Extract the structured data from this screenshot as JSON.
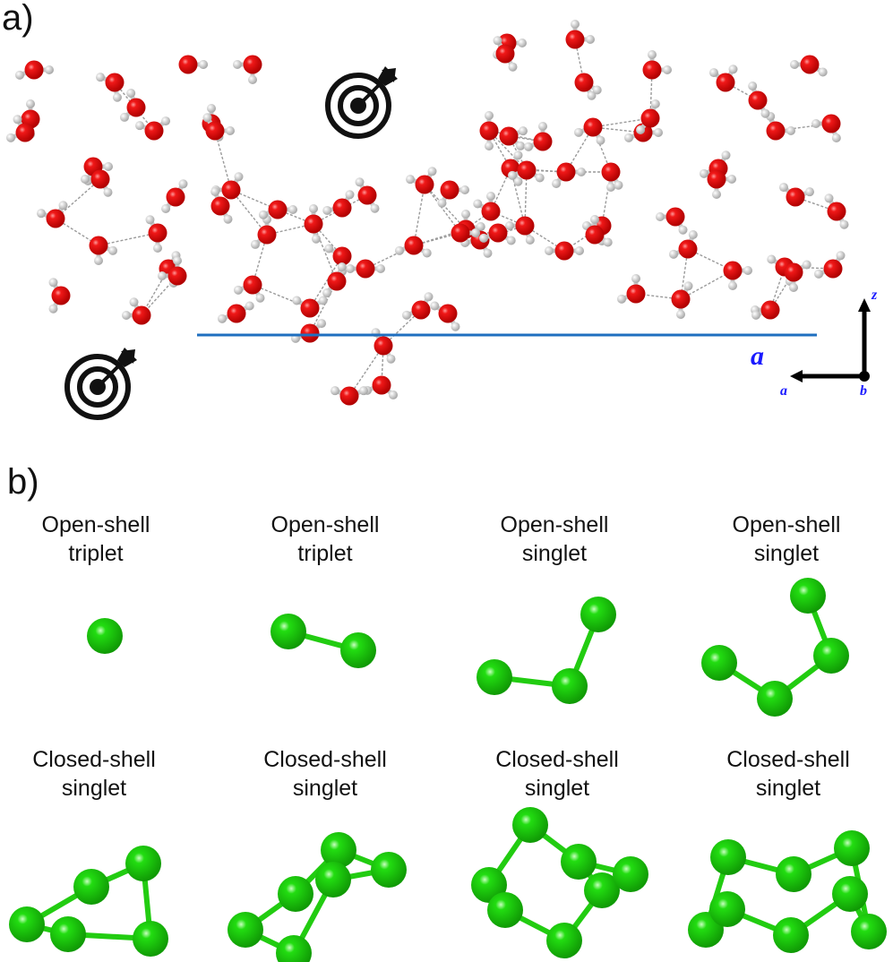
{
  "figure": {
    "panel_a": {
      "label": "a)",
      "description": "Water layer structure (O red, H white, hydrogen bonds dashed)",
      "lattice_vector_label": "a",
      "axes": {
        "horizontal": "a",
        "vertical": "z",
        "origin": "b"
      },
      "target_icons": 2,
      "colors": {
        "oxygen": "#e8000b",
        "hydrogen": "#d9d9d9",
        "hbond": "#9a9a9a",
        "lattice_line": "#1f6fbf",
        "axis_label": "#1a1aff",
        "axis_arrow": "#000000"
      }
    },
    "panel_b": {
      "label": "b)",
      "atom_color": "#22cc11",
      "clusters": [
        {
          "line1": "Open-shell",
          "line2": "triplet",
          "atoms": 1
        },
        {
          "line1": "Open-shell",
          "line2": "triplet",
          "atoms": 2
        },
        {
          "line1": "Open-shell",
          "line2": "singlet",
          "atoms": 3
        },
        {
          "line1": "Open-shell",
          "line2": "singlet",
          "atoms": 4
        },
        {
          "line1": "Closed-shell",
          "line2": "singlet",
          "atoms": 5
        },
        {
          "line1": "Closed-shell",
          "line2": "singlet",
          "atoms": 6
        },
        {
          "line1": "Closed-shell",
          "line2": "singlet",
          "atoms": 7
        },
        {
          "line1": "Closed-shell",
          "line2": "singlet",
          "atoms": 8
        }
      ]
    }
  }
}
